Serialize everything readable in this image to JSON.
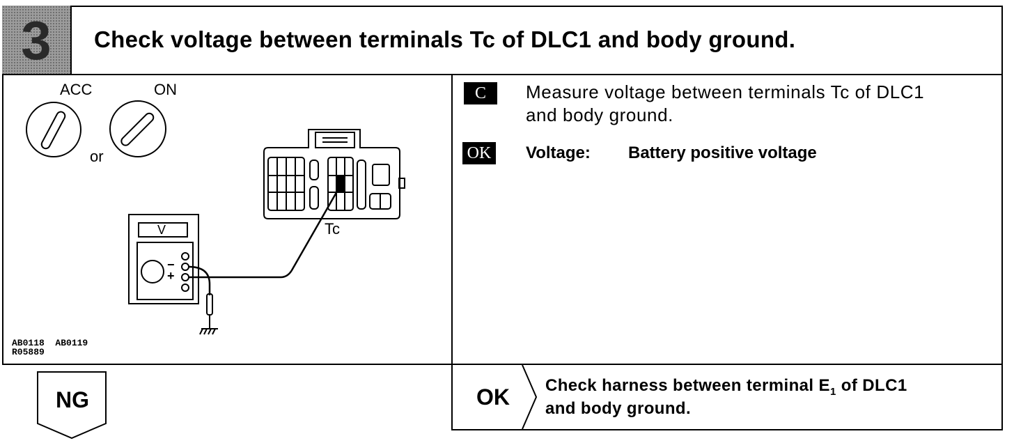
{
  "header": {
    "step_number": "3",
    "title": "Check voltage between terminals Tc of DLC1 and body ground."
  },
  "figure": {
    "acc_label": "ACC",
    "on_label": "ON",
    "or_label": "or",
    "v_label": "V",
    "minus_label": "−",
    "plus_label": "+",
    "tc_label": "Tc",
    "ref_line1": "AB0118  AB0119",
    "ref_line2": "R05889"
  },
  "instruction": {
    "c_badge": "C",
    "text_line1": "Measure voltage between terminals Tc of DLC1",
    "text_line2": "and body ground.",
    "ok_badge": "OK",
    "spec_label": "Voltage:",
    "spec_value": "Battery positive voltage"
  },
  "result": {
    "ng_label": "NG",
    "ok_label": "OK",
    "ok_line1_pre": "Check harness between terminal E",
    "ok_line1_sub": "1",
    "ok_line1_post": " of DLC1",
    "ok_line2": "and body ground."
  }
}
